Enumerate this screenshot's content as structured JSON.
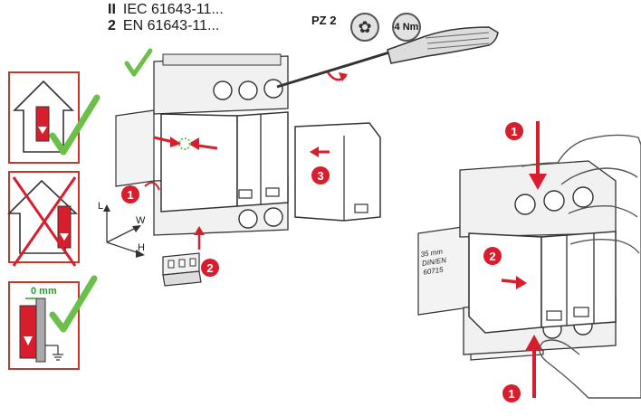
{
  "standards": [
    {
      "num": "II",
      "text": "IEC 61643-11..."
    },
    {
      "num": "2",
      "text": "EN 61643-11..."
    }
  ],
  "tool": {
    "bit": "PZ 2",
    "bit_icon": "torx-bit-icon",
    "torque": "4 Nm"
  },
  "steps": {
    "one": "1",
    "two": "2",
    "three": "3"
  },
  "axes": {
    "l": "L",
    "w": "W",
    "h": "H"
  },
  "rail": {
    "line1": "35 mm",
    "line2": "DIN/EN",
    "line3": "60715"
  },
  "clearance": "0 mm",
  "colors": {
    "accent_red": "#d81e2c",
    "check_green": "#6cc04a",
    "frame_red": "#c0392b",
    "housing": "#e8e8e8",
    "outline": "#333333"
  }
}
